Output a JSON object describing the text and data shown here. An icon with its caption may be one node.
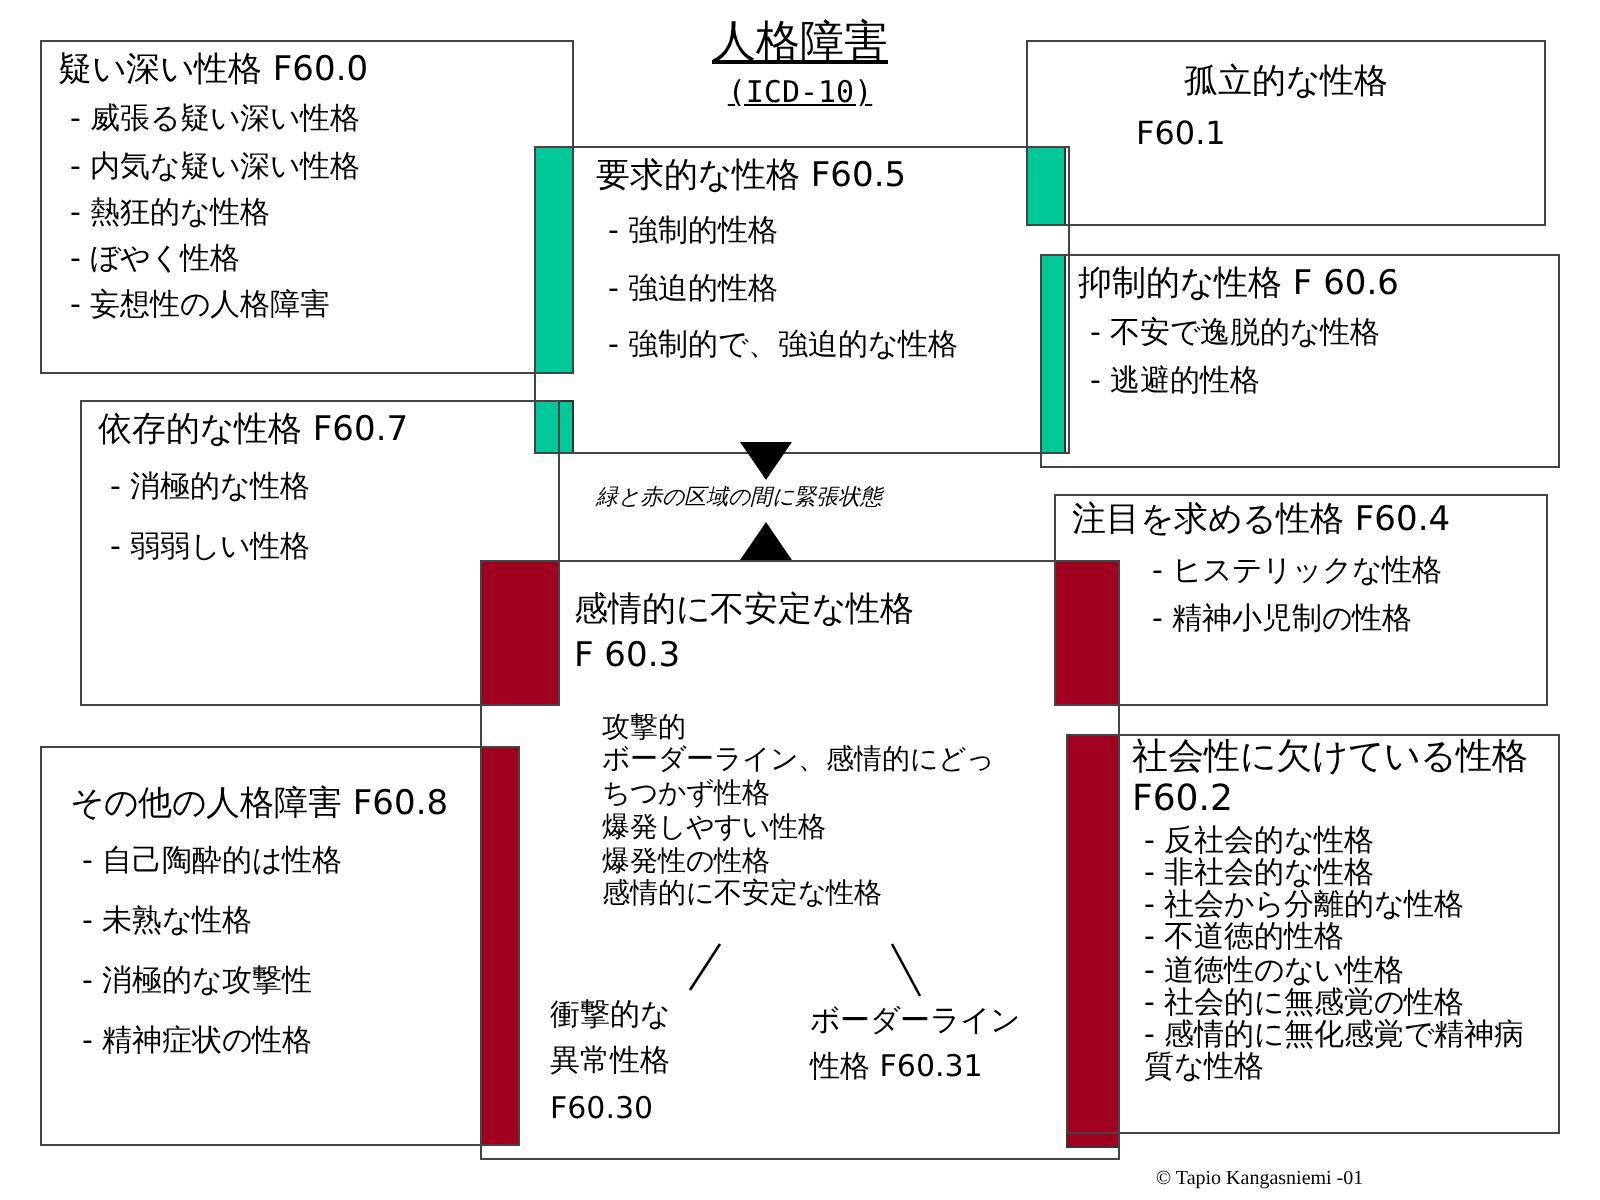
{
  "diagram": {
    "title": "人格障害",
    "nodes": [
      {
        "text": [
          "疑い深い性格 F60.0",
          "- 威張る疑い深い性格",
          "- 内気な疑い深い性格",
          "- 熱狂的な性格",
          "- ぼやく性格",
          "- 妄想性の人格障害"
        ]
      },
      {
        "text": [
          "要求的な性格 F60.5",
          "- 強制的性格",
          "- 強迫的性格",
          "- 強制的で、強迫的な性格"
        ]
      },
      {
        "text": [
          "孤立的な性格",
          "F60.1"
        ]
      },
      {
        "text": [
          "抑制的な性格 F 60.6",
          "- 不安で逸脱的な性格",
          "- 逃避的性格"
        ]
      },
      {
        "text": [
          "依存的な性格 F60.7",
          "- 消極的な性格",
          "- 弱弱しい性格"
        ]
      },
      {
        "text": [
          "注目を求める性格 F60.4",
          "- ヒステリックな性格",
          "- 精神小児制の性格"
        ]
      },
      {
        "text": [
          "感情的に不安定な性格",
          "F 60.3",
          "攻撃的",
          "ボーダーライン、感情的にどっちつかず性格",
          "爆発しやすい性格",
          "爆発性の性格",
          "感情的に不安定な性格"
        ]
      },
      {
        "text": [
          "衝撃的な異常性格",
          "F60.30"
        ],
        "in": 6
      },
      {
        "text": [
          "ボーダーライン性格 F60.31"
        ],
        "in": 6
      },
      {
        "text": [
          "その他の人格障害 F60.8",
          "- 自己陶酔的は性格",
          "- 未熟な性格",
          "- 消極的な攻撃性",
          "- 精神症状の性格"
        ]
      },
      {
        "text": [
          "社会性に欠けている性格",
          "F60.2",
          "- 反社会的な性格",
          "- 非社会的な性格",
          "- 社会から分離的な性格",
          "- 不道徳的性格",
          "- 道徳性のない性格",
          "- 社会的に無感覚の性格",
          "- 感情的に無化感覚で精神病質な性格"
        ]
      }
    ],
    "edges": [
      {
        "from": null,
        "to": 7,
        "arrow": "none"
      },
      {
        "from": null,
        "to": 8,
        "arrow": "none"
      }
    ],
    "labels": [
      "(ICD-10)",
      "緑と赤の区域の間に緊張状態",
      "© Tapio Kangasniemi -01"
    ]
  }
}
